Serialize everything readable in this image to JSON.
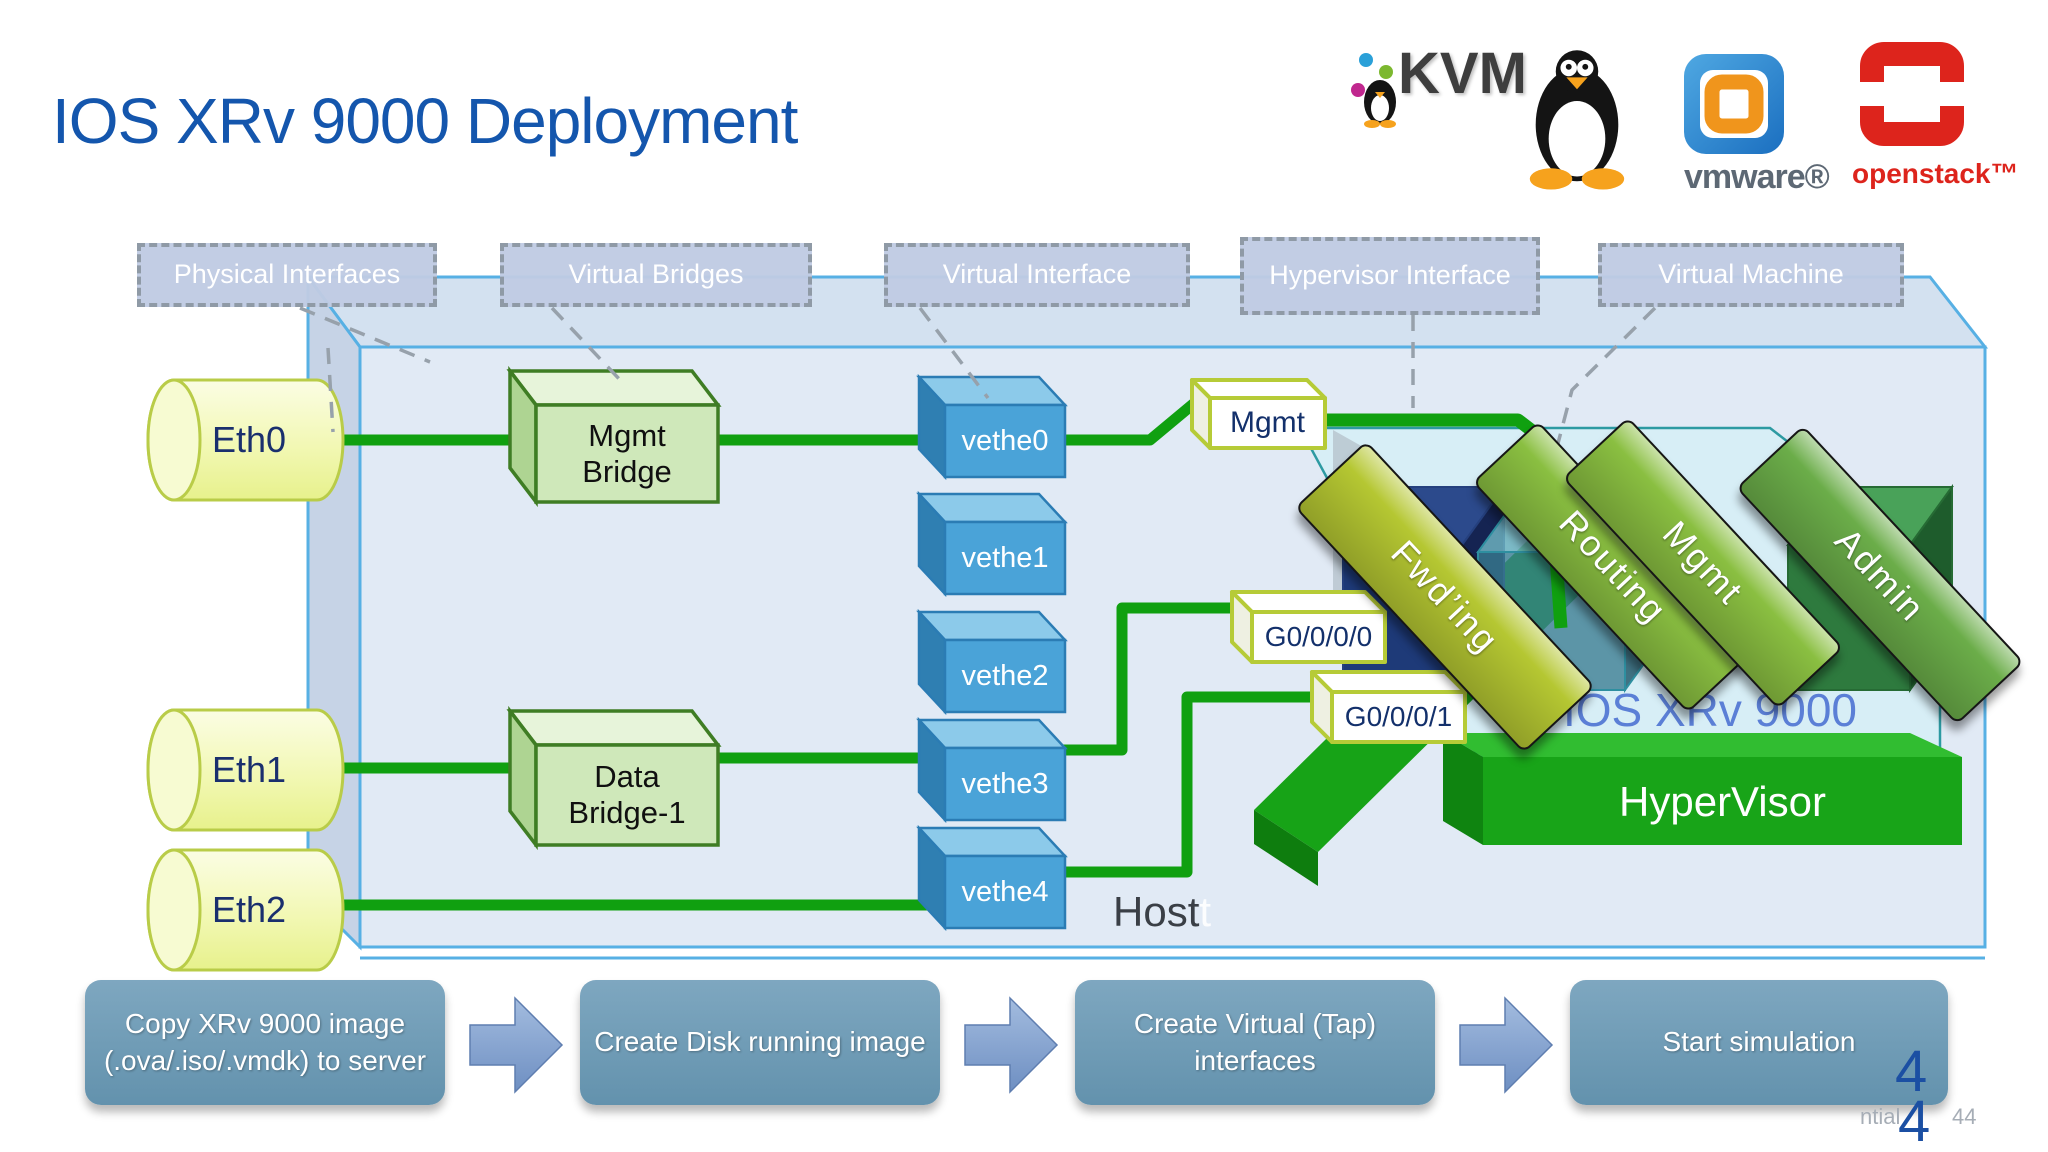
{
  "title": "IOS XRv 9000 Deployment",
  "logos": {
    "kvm": "KVM",
    "vmware": "vmware®",
    "openstack": "openstack™"
  },
  "layers": {
    "physical": "Physical Interfaces",
    "bridges": "Virtual Bridges",
    "vif": "Virtual Interface",
    "hyp": "Hypervisor Interface",
    "vm": "Virtual Machine"
  },
  "nics": {
    "eth0": "Eth0",
    "eth1": "Eth1",
    "eth2": "Eth2"
  },
  "bridges": {
    "mgmt_line1": "Mgmt",
    "mgmt_line2": "Bridge",
    "data_line1": "Data",
    "data_line2": "Bridge-1"
  },
  "veths": {
    "v0": "vethe0",
    "v1": "vethe1",
    "v2": "vethe2",
    "v3": "vethe3",
    "v4": "vethe4"
  },
  "taps": {
    "mgmt": "Mgmt",
    "g0": "G0/0/0/0",
    "g1": "G0/0/0/1"
  },
  "vm": {
    "name": "IOS XRv 9000",
    "planes": {
      "fwding": "Fwd’ing",
      "routing": "Routing",
      "mgmt": "Mgmt",
      "admin": "Admin"
    }
  },
  "hypervisor": "HyperVisor",
  "host": {
    "label": "Host",
    "ghost": "t"
  },
  "steps": {
    "s1a": "Copy XRv 9000 image",
    "s1b": "(.ova/.iso/.vmdk) to server",
    "s2": "Create Disk running image",
    "s3a": "Create Virtual (Tap)",
    "s3b": "interfaces",
    "s4": "Start simulation"
  },
  "footer": {
    "page_in_box": "4",
    "page_below": "4",
    "partial": "ntial",
    "slide": "44"
  },
  "colors": {
    "title_blue": "#1456ad",
    "host_border": "#57b0e4",
    "green_link": "#10a010",
    "veth_blue": "#4aa3d8",
    "bridge_green": "#cfe8ba",
    "nic_yellow": "#eef494",
    "tap_border": "#b6cb37",
    "vm_cyan": "#d6eef5",
    "hypervisor_green": "#18a418",
    "slab_yellowgreen": "#b5c732",
    "slab_green": "#8abf41",
    "step_blue": "#6b9cb8",
    "openstack_red": "#dd241c"
  }
}
